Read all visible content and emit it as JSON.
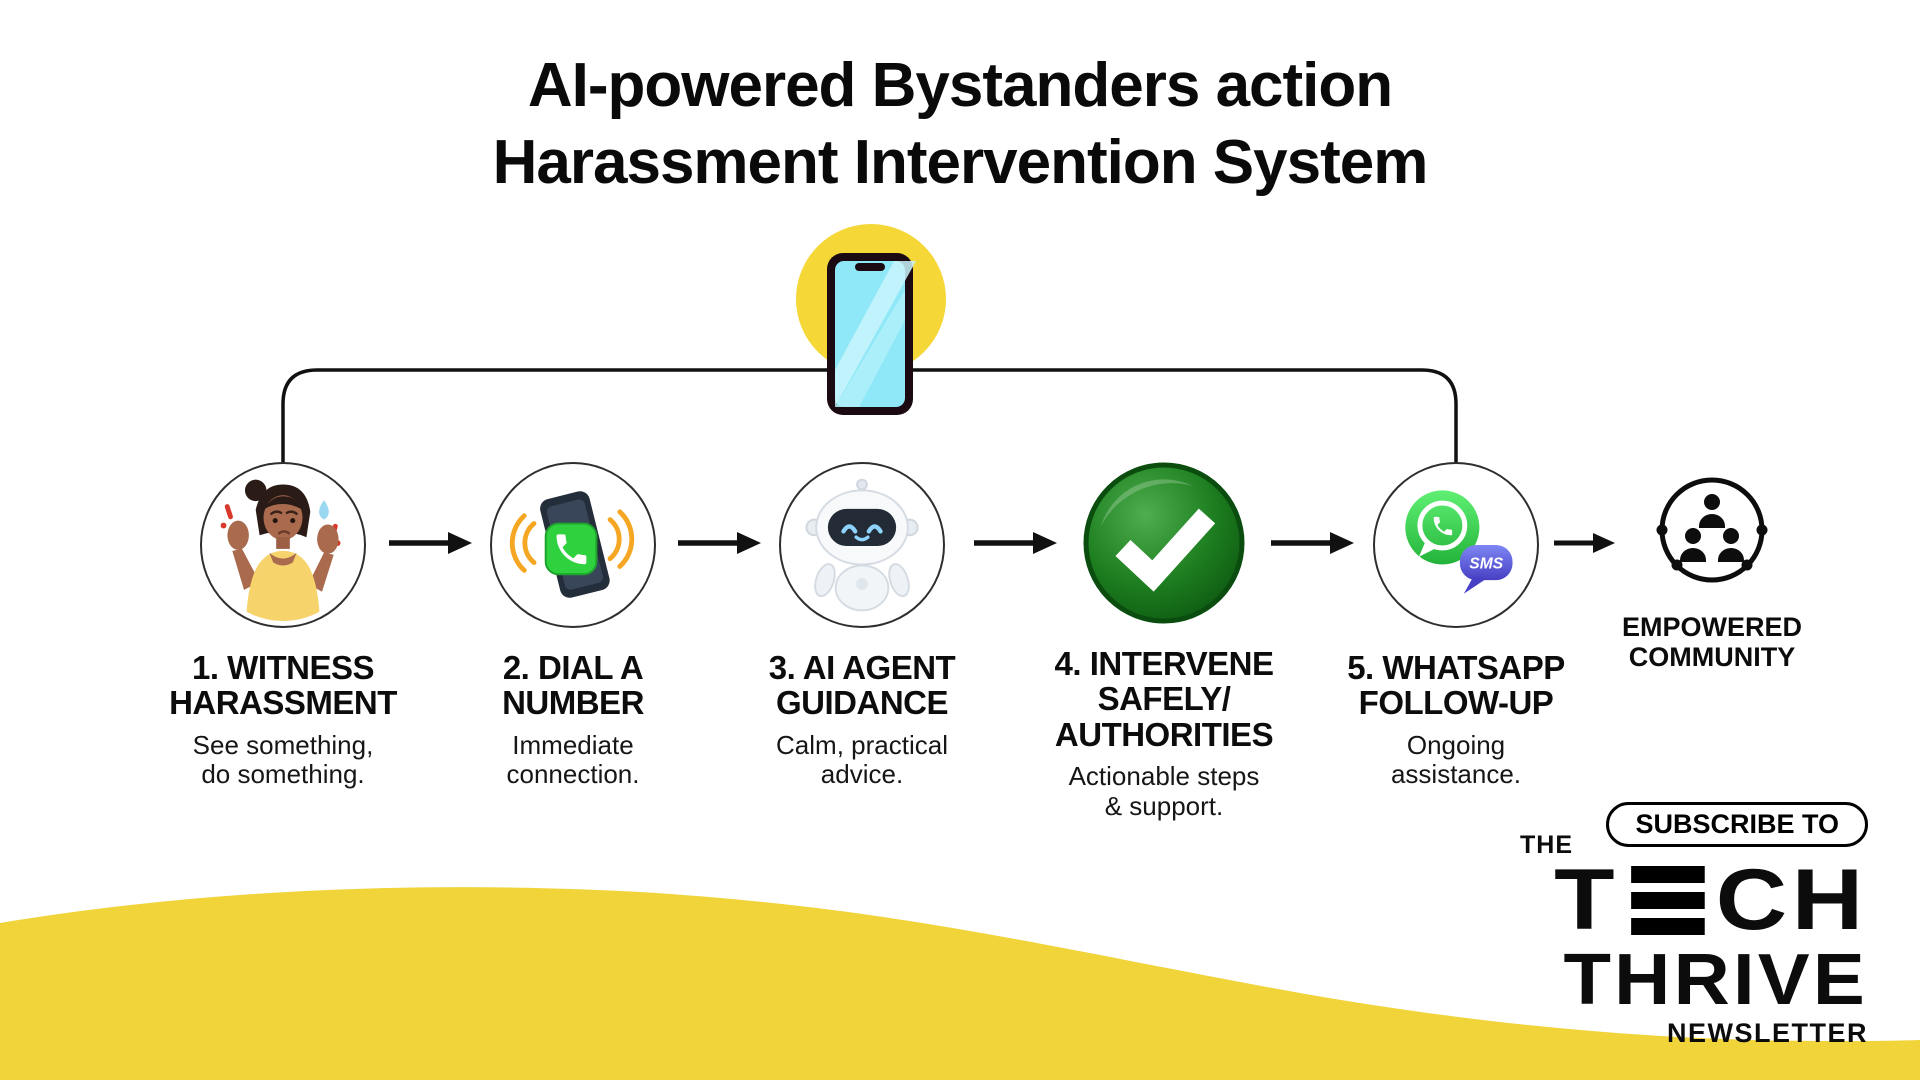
{
  "title": {
    "line1": "AI-powered Bystanders action",
    "line2": "Harassment Intervention System"
  },
  "steps": [
    {
      "title": "1. WITNESS\nHARASSMENT",
      "description": "See something,\ndo something.",
      "icon": "distressed-woman-icon"
    },
    {
      "title": "2. DIAL A\nNUMBER",
      "description": "Immediate\nconnection.",
      "icon": "phone-dial-icon"
    },
    {
      "title": "3. AI AGENT\nGUIDANCE",
      "description": "Calm, practical\nadvice.",
      "icon": "robot-icon"
    },
    {
      "title": "4. INTERVENE\nSAFELY/\nAUTHORITIES",
      "description": "Actionable steps\n& support.",
      "icon": "check-icon"
    },
    {
      "title": "5. WHATSAPP\nFOLLOW-UP",
      "description": "Ongoing\nassistance.",
      "icon": "whatsapp-sms-icon",
      "sms_label": "SMS"
    }
  ],
  "outcome": {
    "label": "EMPOWERED\nCOMMUNITY",
    "icon": "community-icon"
  },
  "newsletter": {
    "subscribe_label": "SUBSCRIBE TO",
    "the": "THE",
    "tech_t": "T",
    "tech_ch": "CH",
    "thrive": "THRIVE",
    "newsletter": "NEWSLETTER"
  },
  "colors": {
    "accent_yellow": "#F5D738",
    "whatsapp_green": "#25D366",
    "check_green": "#157F17",
    "sms_blue": "#5A5FD8",
    "line_black": "#111111"
  }
}
